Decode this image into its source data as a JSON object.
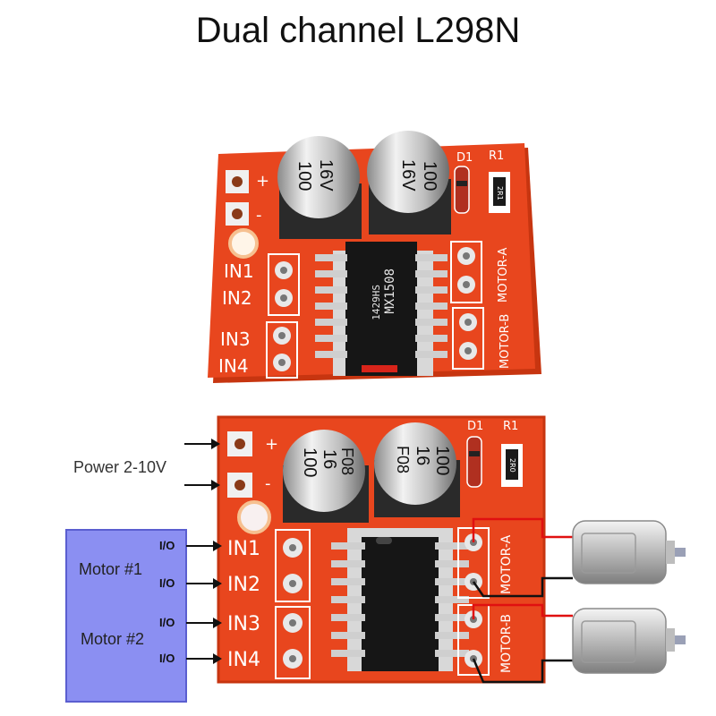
{
  "title": "Dual channel L298N",
  "board1": {
    "plus": "+",
    "minus": "-",
    "cap1": [
      "100",
      "16V"
    ],
    "cap2": [
      "100",
      "16V"
    ],
    "d1": "D1",
    "r1": "R1",
    "resistor": "2R1",
    "chip": [
      "MX1508",
      "1429HS"
    ],
    "in1": "IN1",
    "in2": "IN2",
    "in3": "IN3",
    "in4": "IN4",
    "motor_a": "MOTOR-A",
    "motor_b": "MOTOR-B"
  },
  "board2": {
    "plus": "+",
    "minus": "-",
    "cap1": [
      "100",
      "16",
      "F08"
    ],
    "cap2": [
      "100",
      "16",
      "F08"
    ],
    "d1": "D1",
    "r1": "R1",
    "resistor": "2R0",
    "in1": "IN1",
    "in2": "IN2",
    "in3": "IN3",
    "in4": "IN4",
    "motor_a": "MOTOR-A",
    "motor_b": "MOTOR-B"
  },
  "power_label": "Power 2-10V",
  "controller": {
    "motor1": "Motor #1",
    "motor2": "Motor #2",
    "io1": "I/O",
    "io2": "I/O",
    "io3": "I/O",
    "io4": "I/O"
  },
  "colors": {
    "pcb": "#e8461e",
    "pcb_edge": "#c73510",
    "controller_fill": "#8b8ff2",
    "wire_red": "#e01010",
    "wire_black": "#111111"
  }
}
